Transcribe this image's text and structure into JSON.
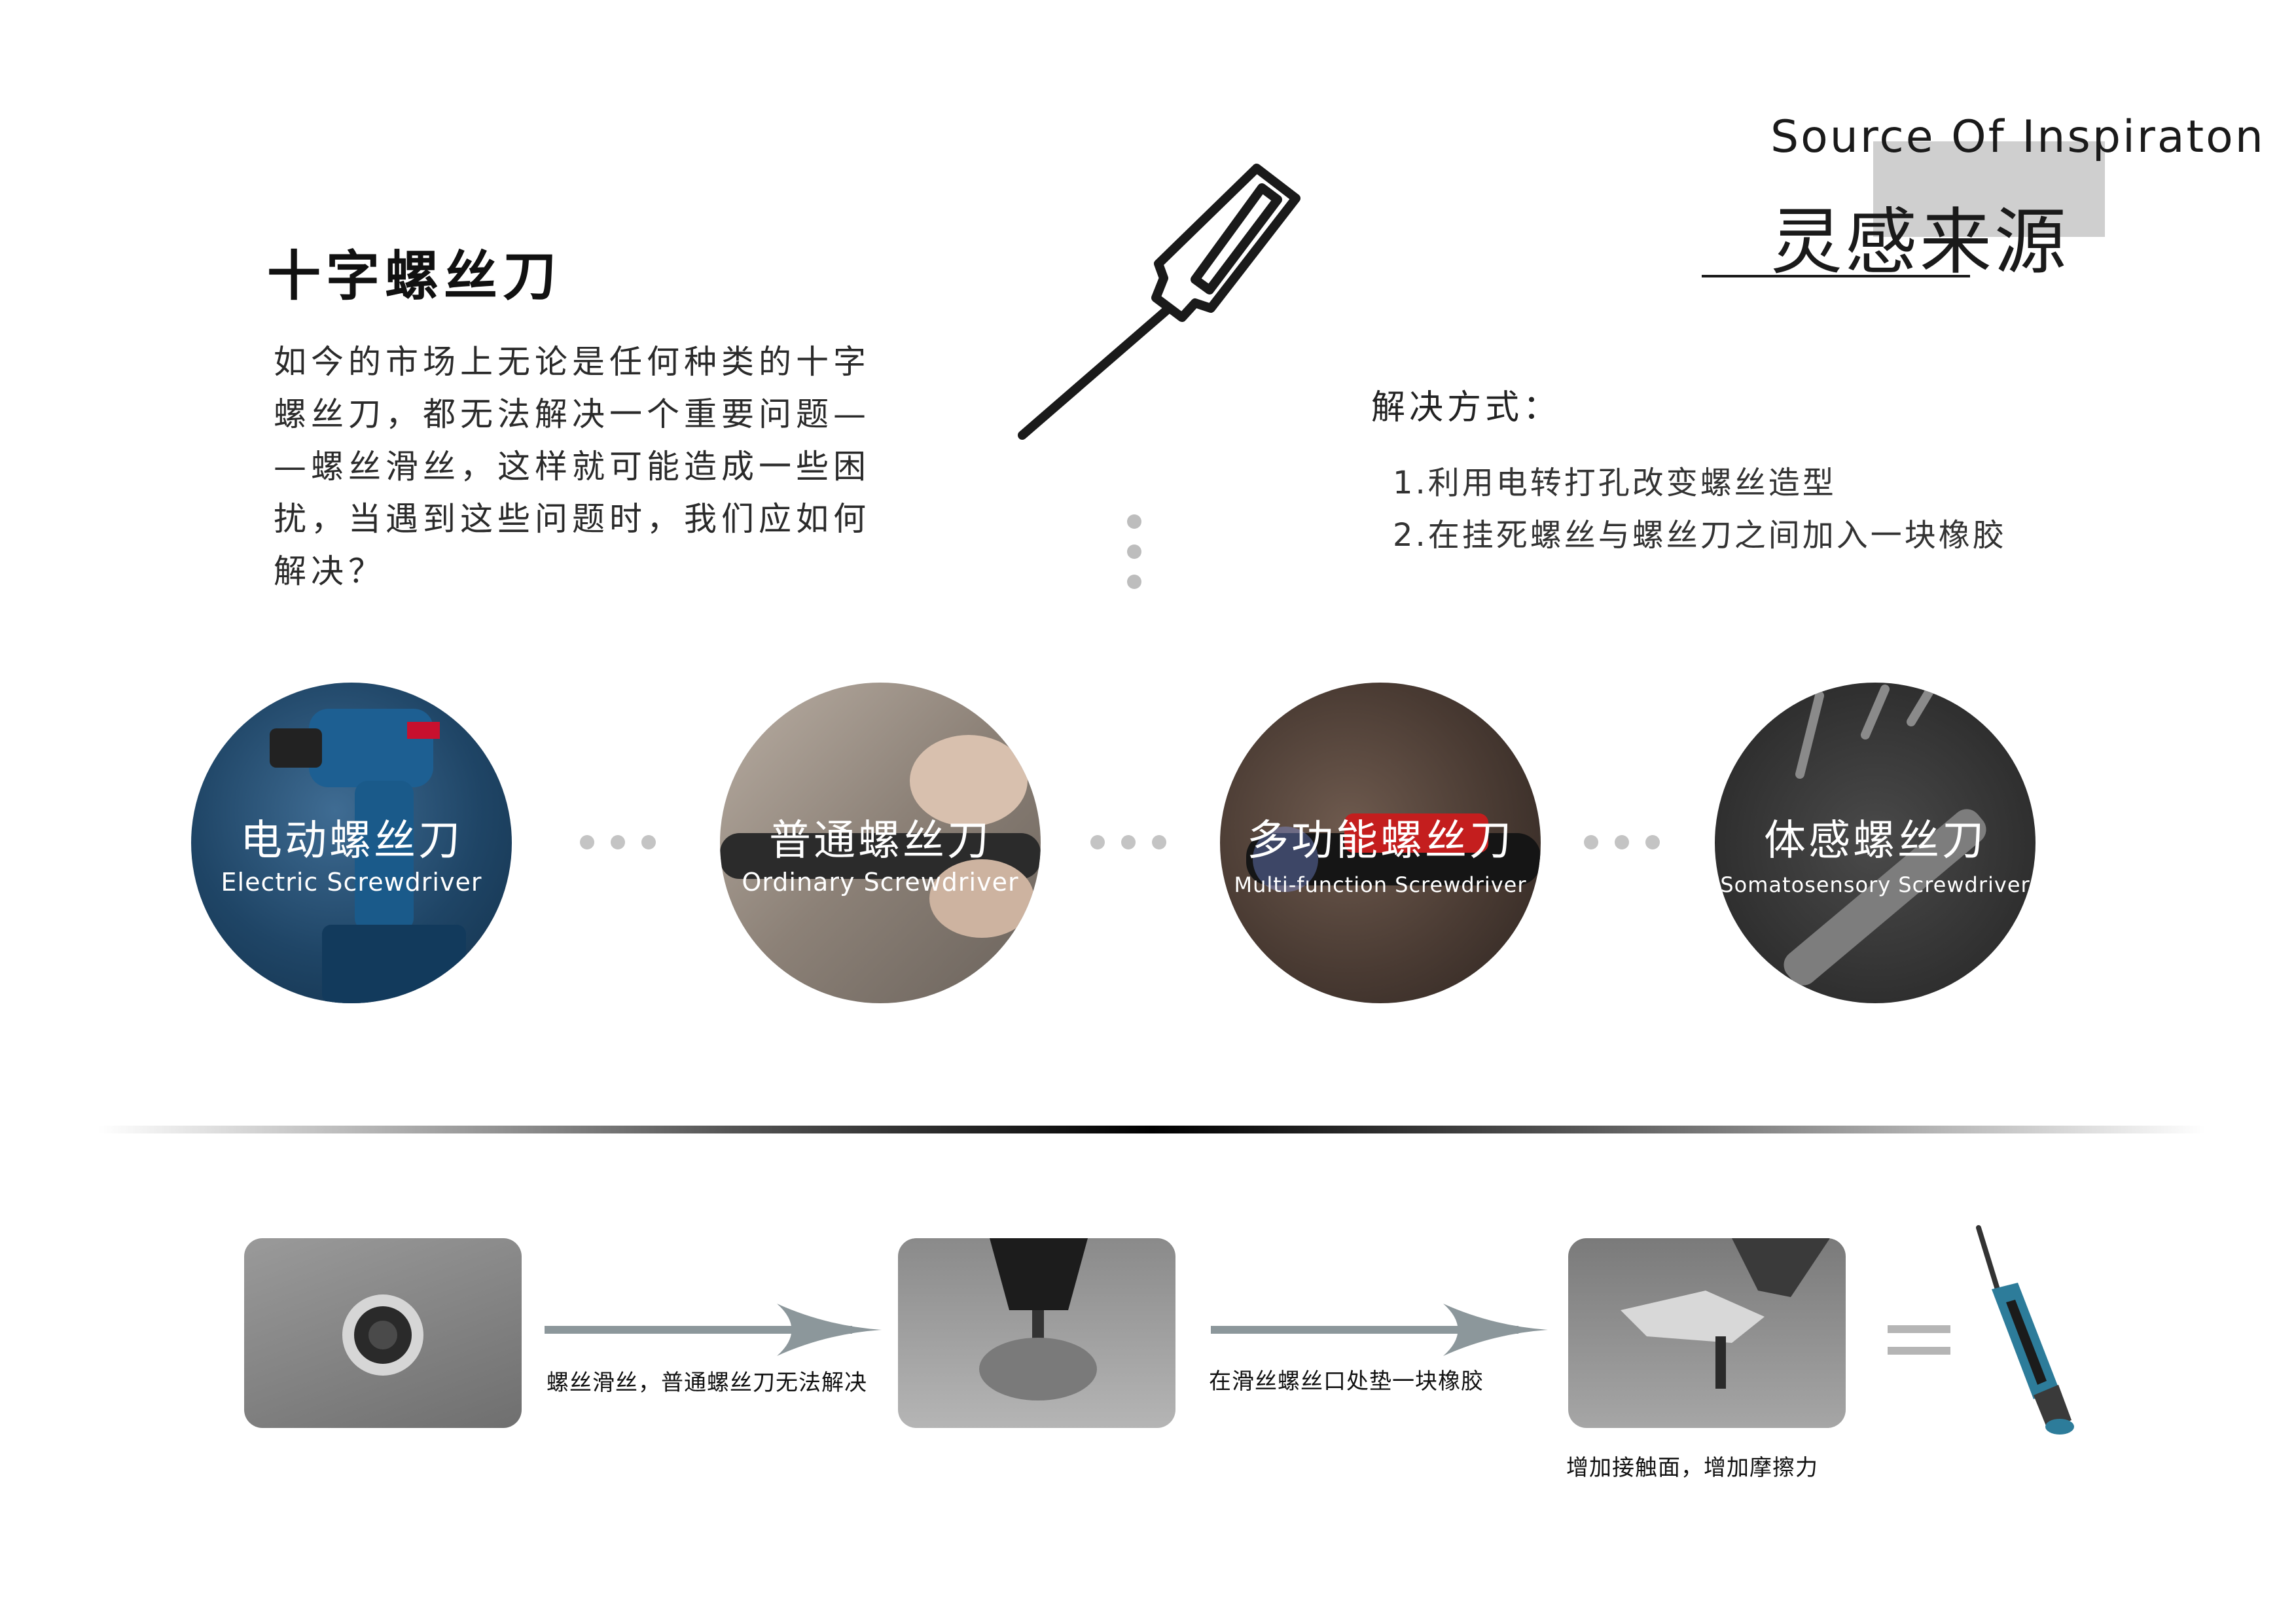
{
  "header": {
    "title_en": "Source Of Inspiraton",
    "title_cn": "灵感来源"
  },
  "intro": {
    "title": "十字螺丝刀",
    "lines": [
      "如今的市场上无论是任何种类的十字",
      "螺丝刀，都无法解决一个重要问题—",
      "—螺丝滑丝，这样就可能造成一些困",
      "扰，当遇到这些问题时，我们应如何",
      "解决？"
    ]
  },
  "solution": {
    "heading": "解决方式：",
    "items": [
      "1.利用电转打孔改变螺丝造型",
      "2.在挂死螺丝与螺丝刀之间加入一块橡胶"
    ]
  },
  "types": [
    {
      "cn": "电动螺丝刀",
      "en": "Electric Screwdriver"
    },
    {
      "cn": "普通螺丝刀",
      "en": "Ordinary Screwdriver"
    },
    {
      "cn": "多功能螺丝刀",
      "en": "Multi-function Screwdriver"
    },
    {
      "cn": "体感螺丝刀",
      "en": "Somatosensory Screwdriver"
    }
  ],
  "process": {
    "step1_label": "螺丝滑丝，普通螺丝刀无法解决",
    "step2_label": "在滑丝螺丝口处垫一块橡胶",
    "step3_caption": "增加接触面，增加摩擦力"
  },
  "colors": {
    "text": "#222222",
    "accent_box": "#cfcfcf",
    "dots": "#c4c4c4",
    "arrow": "#8c979b"
  }
}
